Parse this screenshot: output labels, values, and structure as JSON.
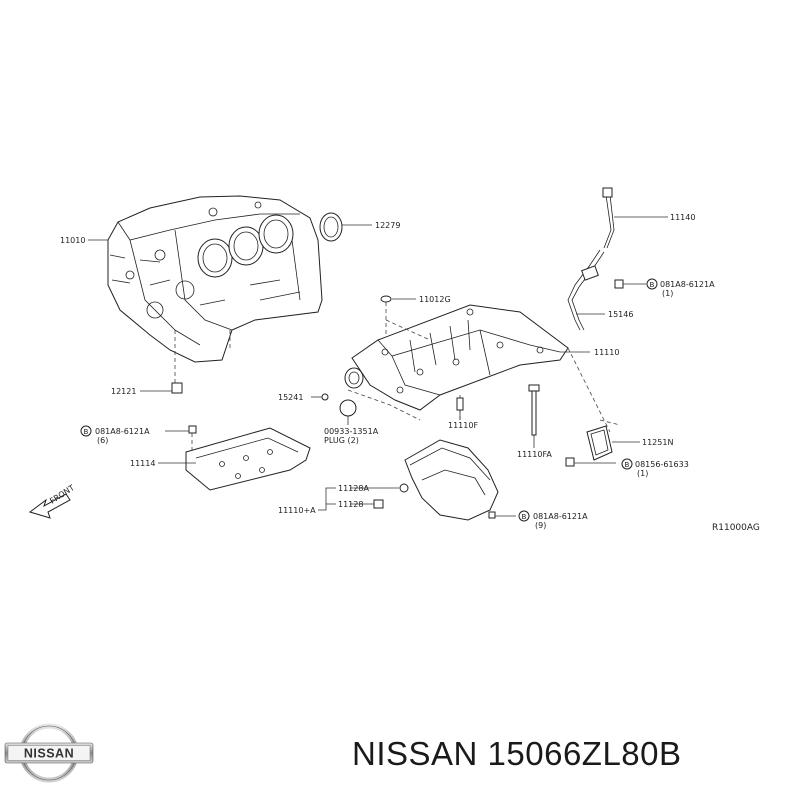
{
  "diagram": {
    "ref_code": "R11000AG",
    "front_label": "FRONT",
    "callouts": [
      {
        "id": "11010",
        "text": "11010"
      },
      {
        "id": "12279",
        "text": "12279"
      },
      {
        "id": "11140",
        "text": "11140"
      },
      {
        "id": "bolt1",
        "text": "081A8-6121A"
      },
      {
        "id": "bolt1q",
        "text": "(1)"
      },
      {
        "id": "11012G",
        "text": "11012G"
      },
      {
        "id": "15146",
        "text": "15146"
      },
      {
        "id": "11110",
        "text": "11110"
      },
      {
        "id": "12121",
        "text": "12121"
      },
      {
        "id": "15241",
        "text": "15241"
      },
      {
        "id": "plug",
        "text": "00933-1351A"
      },
      {
        "id": "plugq",
        "text": "PLUG (2)"
      },
      {
        "id": "11110F",
        "text": "11110F"
      },
      {
        "id": "11110FA",
        "text": "11110FA"
      },
      {
        "id": "11251N",
        "text": "11251N"
      },
      {
        "id": "bolt2",
        "text": "08156-61633"
      },
      {
        "id": "bolt2q",
        "text": "(1)"
      },
      {
        "id": "bolt3",
        "text": "081A8-6121A"
      },
      {
        "id": "bolt3q",
        "text": "(6)"
      },
      {
        "id": "11114",
        "text": "11114"
      },
      {
        "id": "11128A",
        "text": "11128A"
      },
      {
        "id": "11128",
        "text": "11128"
      },
      {
        "id": "11110A",
        "text": "11110+A"
      },
      {
        "id": "bolt4",
        "text": "081A8-6121A"
      },
      {
        "id": "bolt4q",
        "text": "(9)"
      }
    ],
    "bolt_marker": "B"
  },
  "logo_text": "NISSAN",
  "caption": "NISSAN 15066ZL80B"
}
